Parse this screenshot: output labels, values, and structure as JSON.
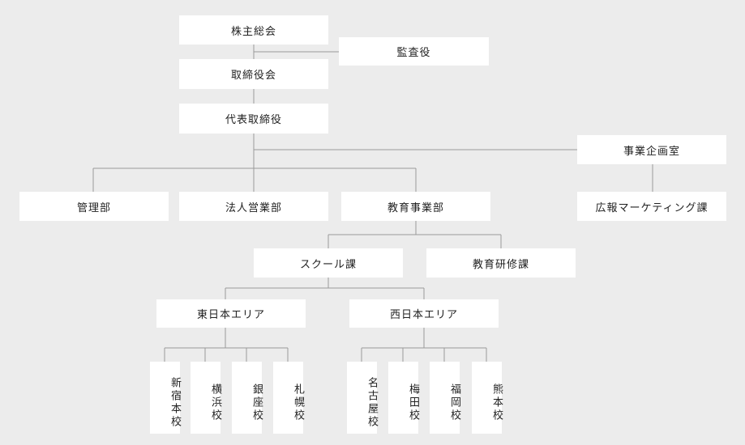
{
  "colors": {
    "background": "#ececec",
    "box": "#ffffff",
    "line": "#9a9a9a",
    "text": "#222222"
  },
  "org": {
    "shareholders_meeting": "株主総会",
    "auditor": "監査役",
    "board": "取締役会",
    "representative_director": "代表取締役",
    "business_planning": "事業企画室",
    "admin_dept": "管理部",
    "corporate_sales_dept": "法人営業部",
    "education_business_dept": "教育事業部",
    "pr_marketing": "広報マーケティング課",
    "school_section": "スクール課",
    "training_section": "教育研修課",
    "east_area": "東日本エリア",
    "west_area": "西日本エリア",
    "east_schools": [
      "新宿本校",
      "横浜校",
      "銀座校",
      "札幌校"
    ],
    "west_schools": [
      "名古屋校",
      "梅田校",
      "福岡校",
      "熊本校"
    ]
  }
}
